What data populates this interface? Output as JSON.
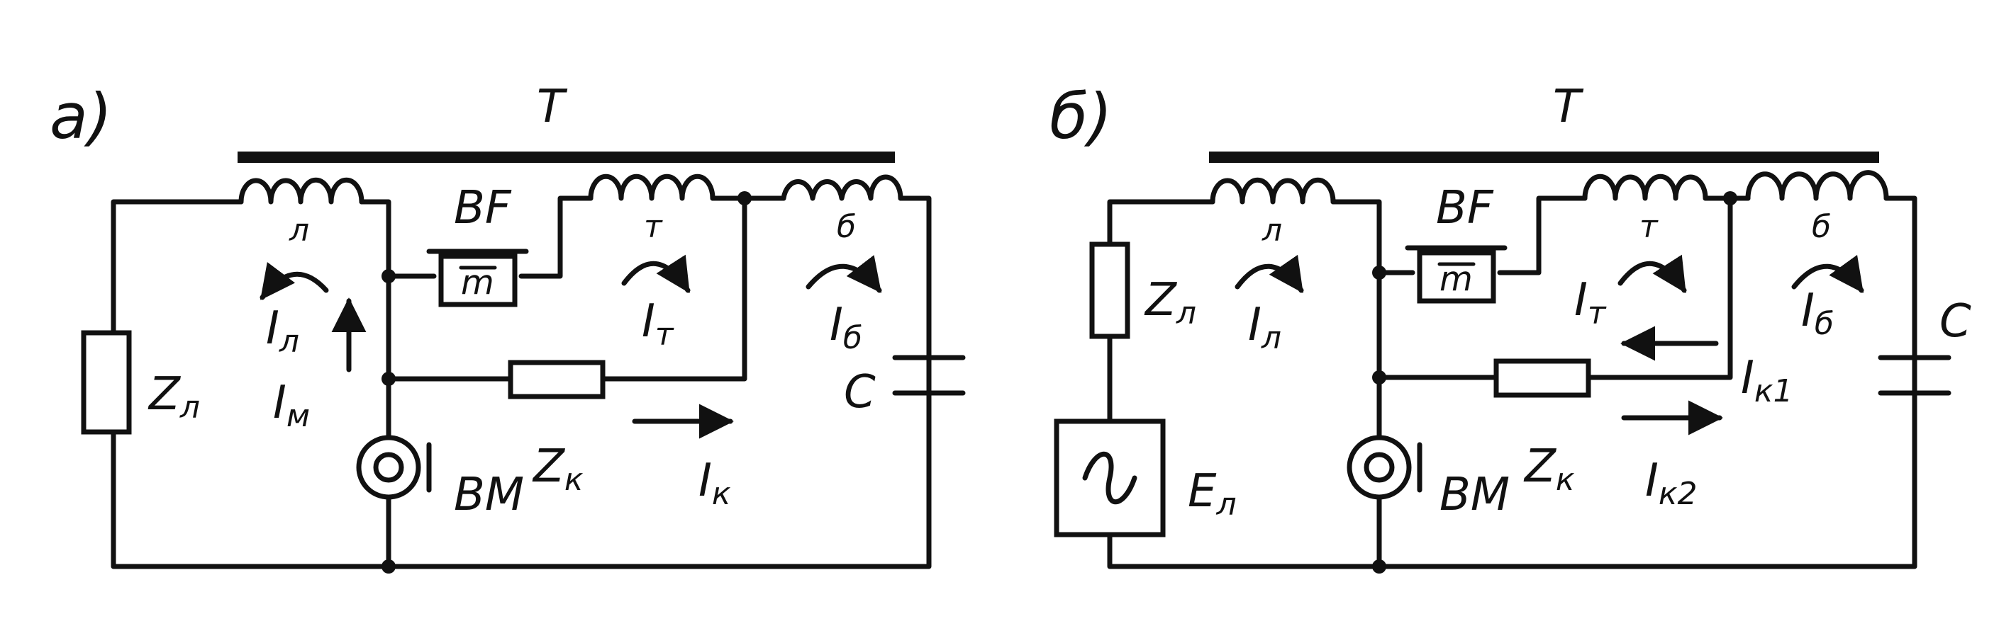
{
  "panels": [
    {
      "id": "a",
      "tag": "а)",
      "transformer": "T",
      "winding_line": "л",
      "winding_tel": "т",
      "winding_bal": "б",
      "receiver": "BF",
      "receiver_symbol": "m",
      "line_impedance": "Z",
      "line_impedance_sub": "л",
      "coupling_impedance": "Z",
      "coupling_impedance_sub": "к",
      "capacitor": "C",
      "microphone": "ВМ",
      "currents": {
        "line": {
          "main": "I",
          "sub": "л"
        },
        "mic": {
          "main": "I",
          "sub": "м"
        },
        "tel": {
          "main": "I",
          "sub": "т"
        },
        "bal": {
          "main": "I",
          "sub": "б"
        },
        "coupling": {
          "main": "I",
          "sub": "к"
        }
      }
    },
    {
      "id": "b",
      "tag": "б)",
      "transformer": "T",
      "winding_line": "л",
      "winding_tel": "т",
      "winding_bal": "б",
      "receiver": "BF",
      "receiver_symbol": "m",
      "line_impedance": "Z",
      "line_impedance_sub": "л",
      "coupling_impedance": "Z",
      "coupling_impedance_sub": "к",
      "capacitor": "C",
      "microphone": "ВМ",
      "source": "E",
      "source_sub": "л",
      "currents": {
        "line": {
          "main": "I",
          "sub": "л"
        },
        "tel": {
          "main": "I",
          "sub": "т"
        },
        "bal": {
          "main": "I",
          "sub": "б"
        },
        "coupling1": {
          "main": "I",
          "sub": "к1"
        },
        "coupling2": {
          "main": "I",
          "sub": "к2"
        }
      }
    }
  ]
}
